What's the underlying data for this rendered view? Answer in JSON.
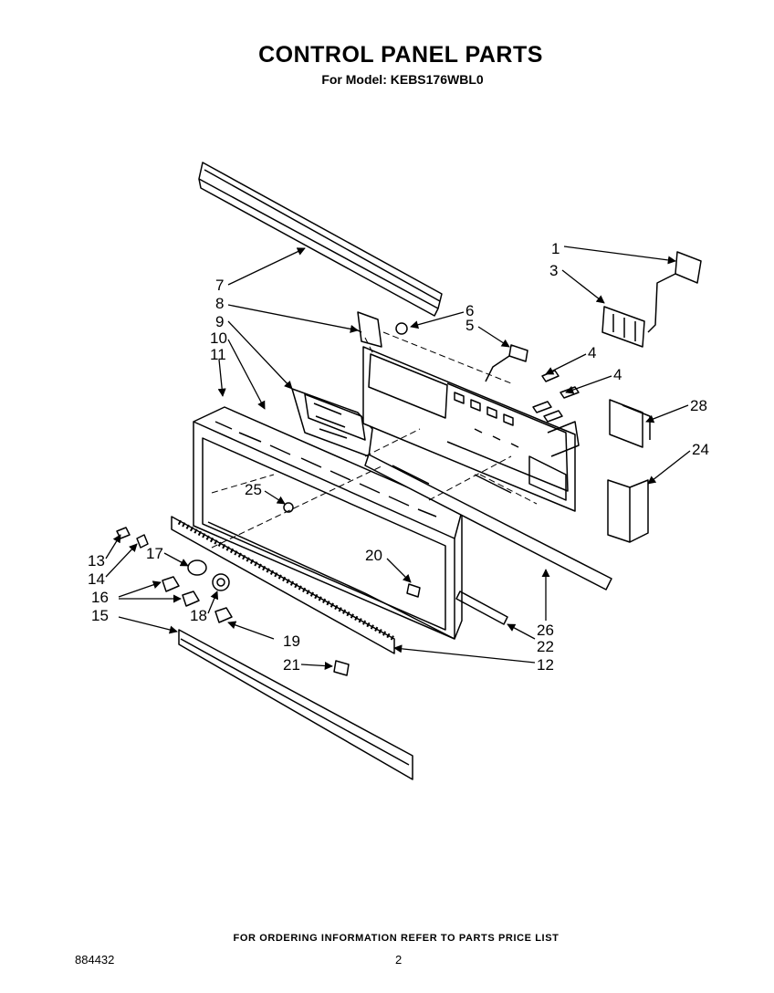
{
  "header": {
    "title": "CONTROL PANEL PARTS",
    "subtitle": "For Model: KEBS176WBL0"
  },
  "callouts": [
    "1",
    "3",
    "6",
    "5",
    "4",
    "4",
    "28",
    "24",
    "7",
    "8",
    "9",
    "10",
    "11",
    "25",
    "13",
    "14",
    "17",
    "16",
    "15",
    "18",
    "19",
    "20",
    "26",
    "22",
    "12",
    "21"
  ],
  "footer": {
    "note": "FOR ORDERING INFORMATION REFER TO PARTS PRICE LIST",
    "doc_number": "884432",
    "page_number": "2"
  }
}
